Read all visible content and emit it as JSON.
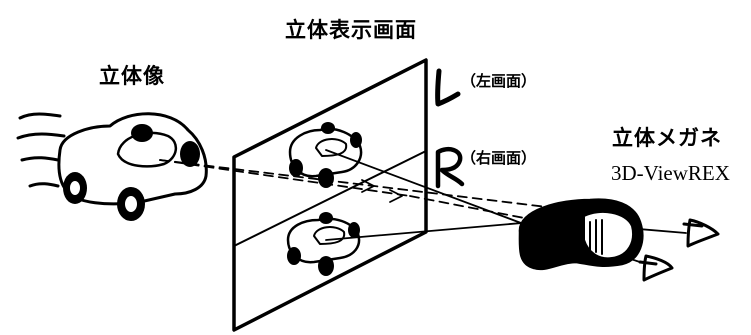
{
  "labels": {
    "stereo_image": "立体像",
    "stereo_display_screen": "立体表示画面",
    "left_letter": "L",
    "left_screen": "（左画面）",
    "right_letter": "R",
    "right_screen": "（右画面）",
    "stereo_glasses": "立体メガネ",
    "product_name": "3D-ViewREX"
  },
  "colors": {
    "ink": "#000000",
    "paper": "#ffffff"
  }
}
